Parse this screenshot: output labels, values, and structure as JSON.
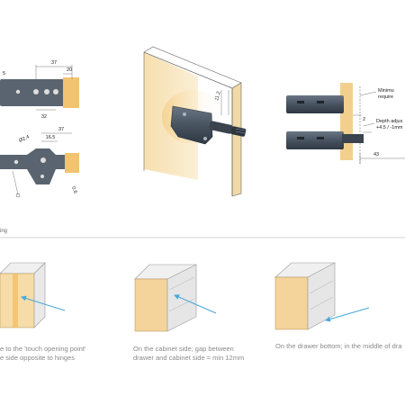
{
  "top_left": {
    "dims_a": {
      "d37": "37",
      "d20": "20",
      "d32": "32",
      "d_edge": "5"
    },
    "dims_b": {
      "d37": "37",
      "d16_5": "16.5",
      "d_dia": "Ø2.4",
      "d_ang": "0.6"
    }
  },
  "top_center": {
    "dim_11_2": "11.2"
  },
  "top_right": {
    "min_label_1": "Minimu",
    "min_label_2": "require",
    "depth_label_1": "Depth adjus",
    "depth_label_2": "+4.5 / -1mm",
    "dim_gap": "2",
    "dim_43": "43"
  },
  "section_label": "ing",
  "captions": {
    "left_1": "e to the 'touch opening point'",
    "left_2": "e side opposite to hinges",
    "middle_1": "On the cabinet side; gap between",
    "middle_2": "drawer and cabinet side = min 12mm",
    "right_1": "On the drawer bottom; in the middle of dra"
  },
  "colors": {
    "wood": "#f4d49a",
    "wood_dark": "#e8bf7a",
    "arrow": "#4aa8d8",
    "device": "#3f4a57"
  }
}
